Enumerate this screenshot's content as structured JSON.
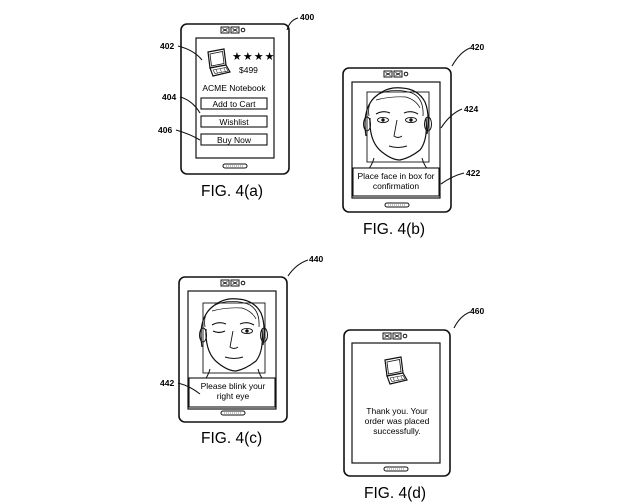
{
  "refs": {
    "fig_a": "400",
    "product_image": "402",
    "buttons_group": "404",
    "buy_button_ref": "406",
    "fig_b": "420",
    "face_box_ref": "424",
    "instruction_ref": "422",
    "fig_c": "440",
    "blink_ref": "442",
    "fig_d": "460"
  },
  "figures": {
    "a": "FIG. 4(a)",
    "b": "FIG. 4(b)",
    "c": "FIG. 4(c)",
    "d": "FIG. 4(d)"
  },
  "product": {
    "stars": "★★★★",
    "price": "$499",
    "name": "ACME Notebook",
    "add_to_cart": "Add to Cart",
    "wishlist": "Wishlist",
    "buy_now": "Buy Now"
  },
  "prompt_b": {
    "line1": "Place face in box for",
    "line2": "confirmation"
  },
  "prompt_c": {
    "line1": "Please blink your",
    "line2": "right eye"
  },
  "prompt_d": {
    "line1": "Thank you.  Your",
    "line2": "order was placed",
    "line3": "successfully."
  },
  "icons": {
    "camera": "camera-sensor-icon",
    "home": "home-button-icon",
    "laptop": "laptop-icon",
    "face": "face-icon"
  }
}
